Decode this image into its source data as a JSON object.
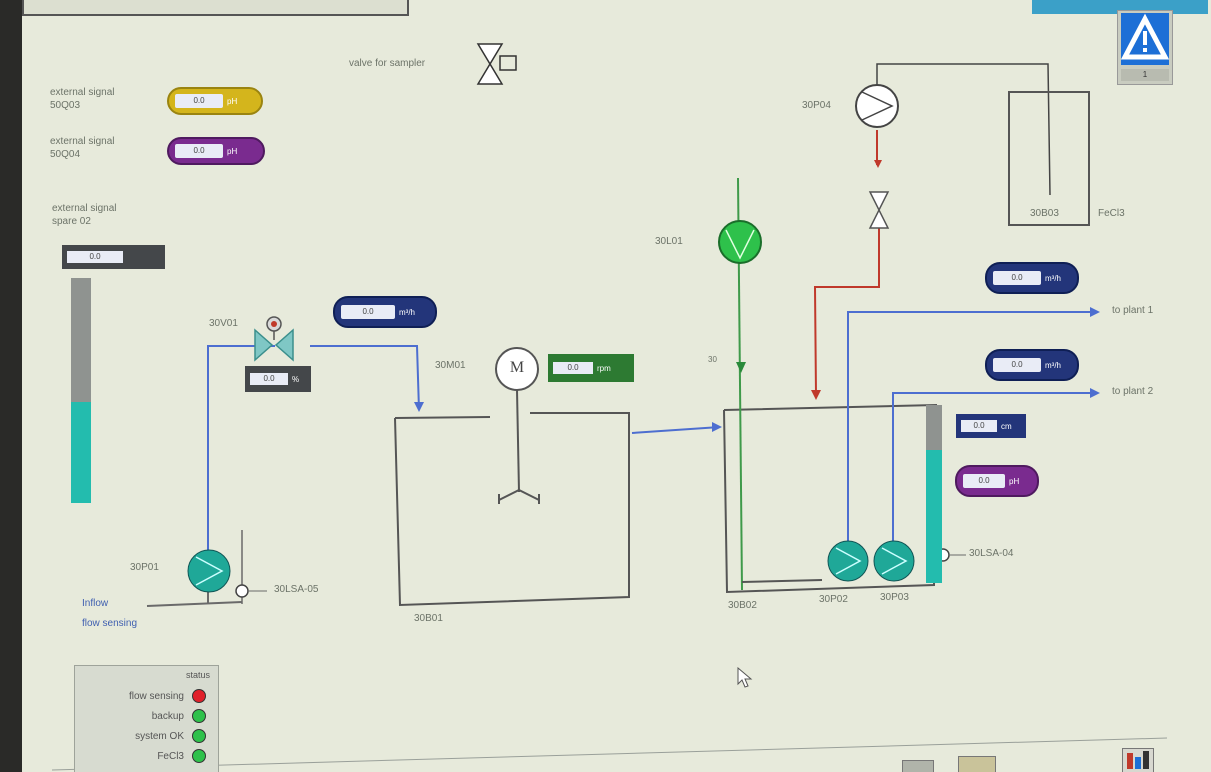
{
  "labels": {
    "valve_sampler": "valve for sampler",
    "ext_signal_1": "external signal\n50Q03",
    "ext_signal_2": "external signal\n50Q04",
    "ext_signal_3": "external signal\nspare 02",
    "valve_30V01": "30V01",
    "motor_30M01": "30M01",
    "motor_symbol": "M",
    "pump_30P01": "30P01",
    "pump_30P04": "30P04",
    "pump_30P02": "30P02",
    "pump_30P03": "30P03",
    "pump_30L01": "30L01",
    "tank_30B01": "30B01",
    "tank_30B02": "30B02",
    "tank_30B03": "30B03",
    "chem_fecl3": "FeCl3",
    "sensor_30LSA05": "30LSA-05",
    "sensor_30LSA04": "30LSA-04",
    "influent_1": "Inflow",
    "influent_2": "flow sensing",
    "to_plant_1": "to plant 1",
    "to_plant_2": "to plant 2",
    "small_marker": "30"
  },
  "displays": {
    "ext1": {
      "value": "0.0",
      "unit": "pH"
    },
    "ext2": {
      "value": "0.0",
      "unit": "pH"
    },
    "ext3": {
      "value": "0.0",
      "unit": ""
    },
    "flow_30V01": {
      "value": "0.0",
      "unit": "m³/h"
    },
    "valve_pos": {
      "value": "0.0",
      "unit": "%"
    },
    "motor_speed": {
      "value": "0.0",
      "unit": "rpm"
    },
    "flow_plant1": {
      "value": "0.0",
      "unit": "m³/h"
    },
    "flow_plant2": {
      "value": "0.0",
      "unit": "m³/h"
    },
    "level_30B02": {
      "value": "0.0",
      "unit": "cm"
    },
    "ph_30B02": {
      "value": "0.0",
      "unit": "pH"
    }
  },
  "levels": {
    "bar_left": 0.45,
    "bar_tank": 0.75
  },
  "status_panel": {
    "title": "status",
    "items": [
      {
        "label": "flow sensing",
        "state": "red"
      },
      {
        "label": "backup",
        "state": "green"
      },
      {
        "label": "system OK",
        "state": "green"
      },
      {
        "label": "FeCl3",
        "state": "green"
      }
    ]
  },
  "alarm_button": {
    "count": "1"
  },
  "colors": {
    "pipe_blue": "#4d6ed0",
    "pipe_red": "#c0392b",
    "pipe_green": "#3f9a4a",
    "pump_teal": "#1fa898",
    "pump_green": "#2ec14b",
    "level_teal": "#23bcae",
    "display_navy": "#23357a",
    "display_purple": "#7a2b8f",
    "display_yellow": "#d4b51c",
    "display_green": "#2d7a32",
    "display_grey": "#44474a"
  }
}
